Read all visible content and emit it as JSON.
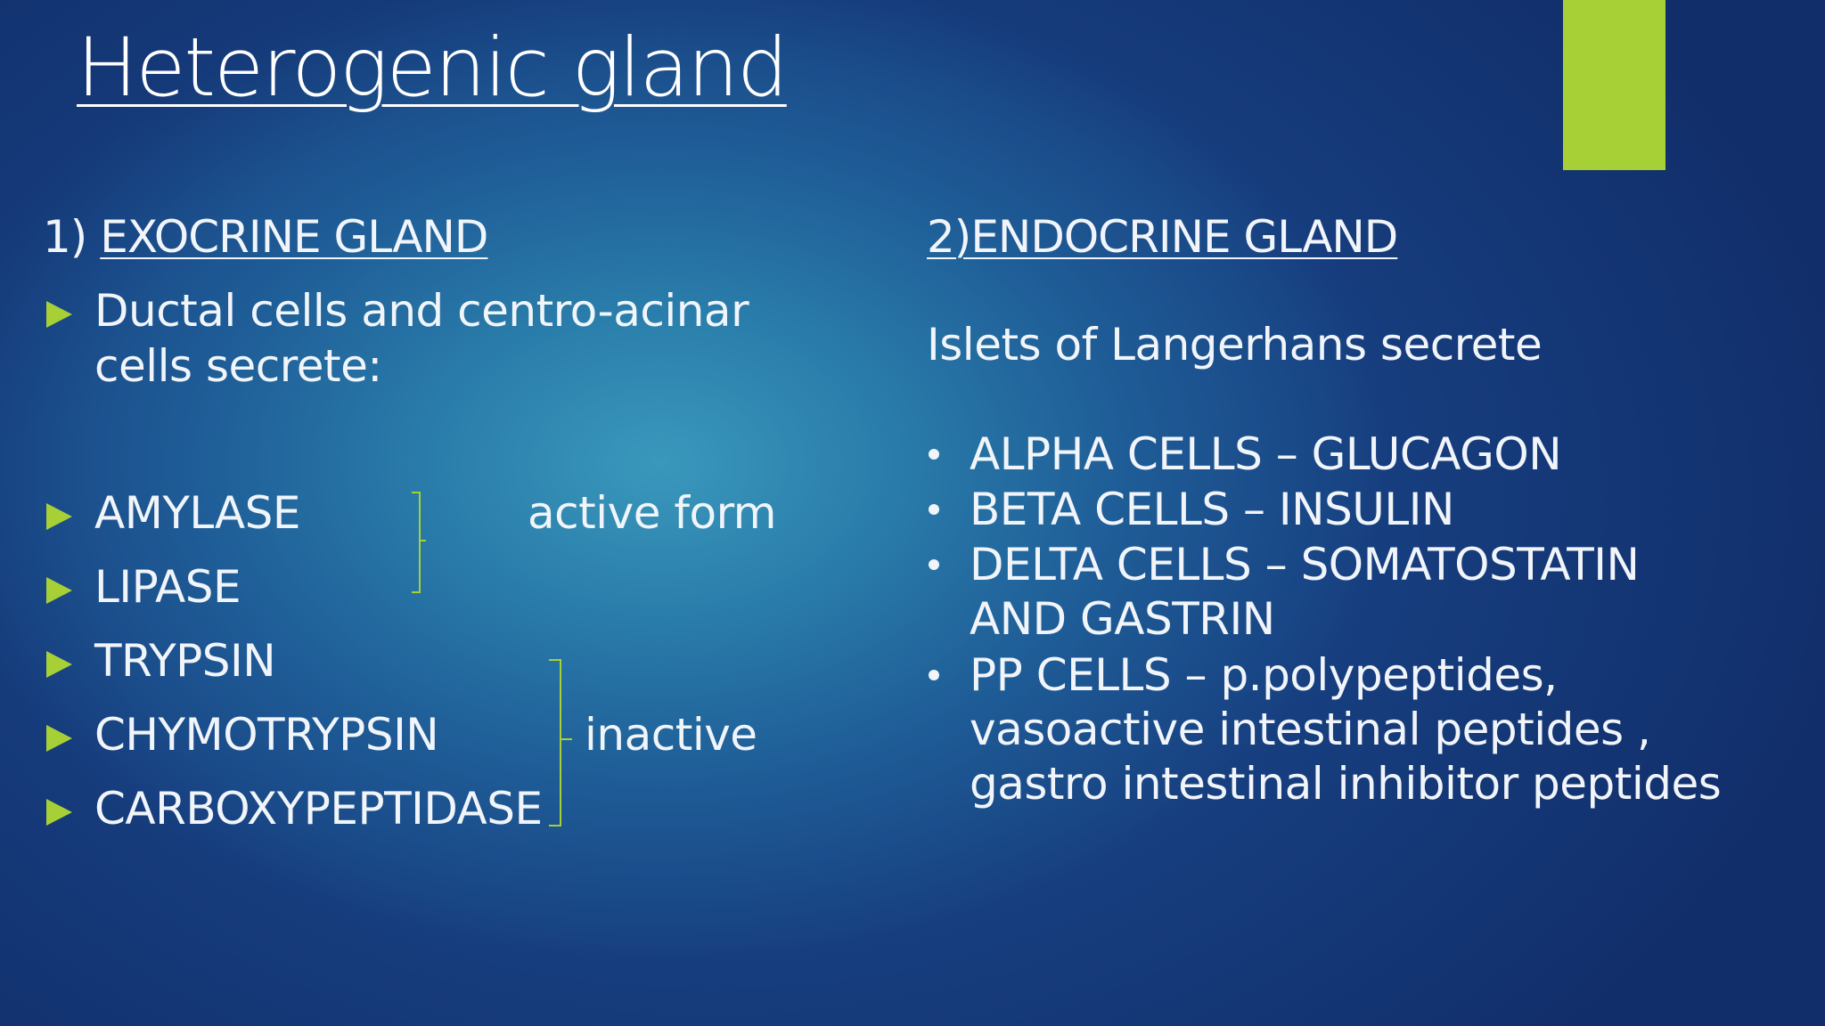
{
  "slide": {
    "title": "Heterogenic gland",
    "left": {
      "heading_number": "1)",
      "heading_text": "EXOCRINE GLAND",
      "intro_line1": "Ductal cells and centro-acinar",
      "intro_line2": "cells secrete:",
      "items": [
        "AMYLASE",
        "LIPASE",
        "TRYPSIN",
        "CHYMOTRYPSIN",
        "CARBOXYPEPTIDASE"
      ],
      "label_active": "active form",
      "label_inactive": "inactive"
    },
    "right": {
      "heading": "2)ENDOCRINE GLAND",
      "intro": "Islets of Langerhans secrete",
      "bullets": [
        "ALPHA CELLS – GLUCAGON",
        "BETA CELLS – INSULIN",
        "DELTA CELLS – SOMATOSTATIN",
        "AND GASTRIN",
        "PP CELLS – p.polypeptides,",
        "vasoactive intestinal peptides ,",
        "gastro intestinal inhibitor peptides"
      ]
    },
    "colors": {
      "accent": "#a7d036",
      "background_center": "#3a98bc",
      "background_edge": "#173f80",
      "text": "#f1f5fa"
    }
  }
}
